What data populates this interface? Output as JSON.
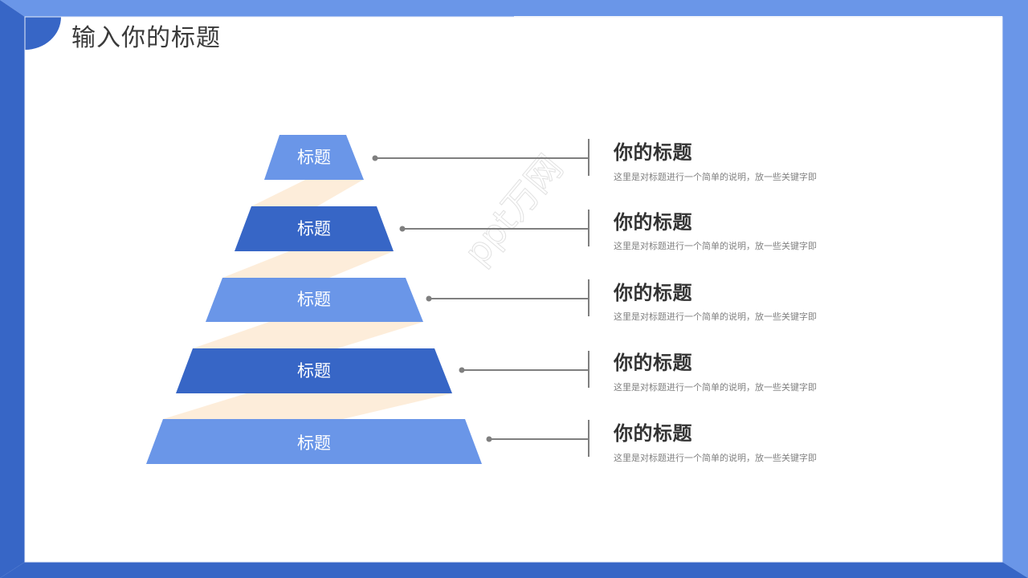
{
  "slide": {
    "title": "输入你的标题",
    "watermark": "ppt万网"
  },
  "colors": {
    "frame_dark": "#3766c6",
    "frame_light": "#6a96e8",
    "tier_light": "#6a96e8",
    "tier_dark": "#3766c6",
    "connector_band": "#fdebd6",
    "leader_line": "#7f7f7f",
    "title_text": "#333333",
    "desc_text": "#808080"
  },
  "pyramid": {
    "tiers": [
      {
        "label": "标题",
        "color": "light"
      },
      {
        "label": "标题",
        "color": "dark"
      },
      {
        "label": "标题",
        "color": "light"
      },
      {
        "label": "标题",
        "color": "dark"
      },
      {
        "label": "标题",
        "color": "light"
      }
    ]
  },
  "items": [
    {
      "title": "你的标题",
      "description": "这里是对标题进行一个简单的说明，放一些关键字即"
    },
    {
      "title": "你的标题",
      "description": "这里是对标题进行一个简单的说明，放一些关键字即"
    },
    {
      "title": "你的标题",
      "description": "这里是对标题进行一个简单的说明，放一些关键字即"
    },
    {
      "title": "你的标题",
      "description": "这里是对标题进行一个简单的说明，放一些关键字即"
    },
    {
      "title": "你的标题",
      "description": "这里是对标题进行一个简单的说明，放一些关键字即"
    }
  ]
}
